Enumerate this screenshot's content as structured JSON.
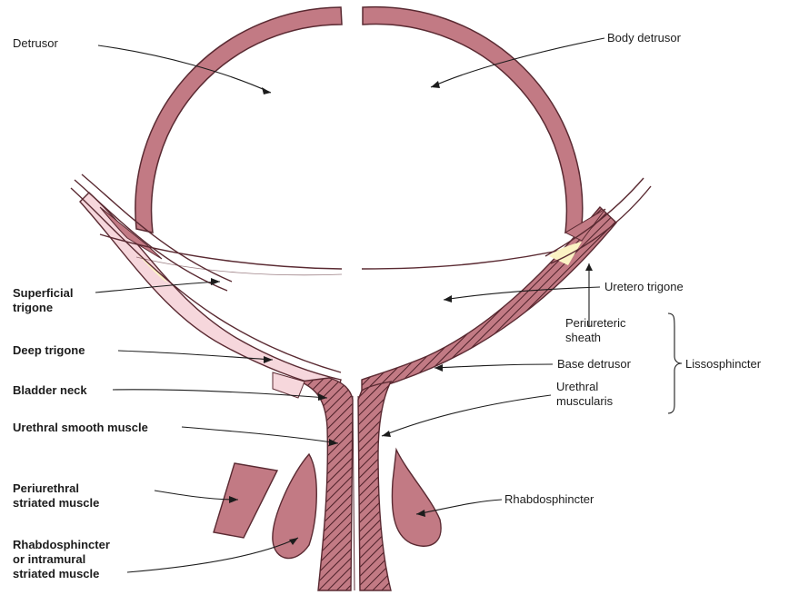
{
  "colors": {
    "muscle": "#c27a84",
    "muscle_dark": "#b0626e",
    "outline": "#5a2a32",
    "pale_pink": "#f6d7dc",
    "pale_yellow": "#fbf3c4",
    "hatch": "#4a1e26"
  },
  "labels": {
    "detrusor": "Detrusor",
    "body_detrusor": "Body detrusor",
    "superficial_trigone": "Superficial\ntrigone",
    "ureterotrigone": "Uretero trigone",
    "deep_trigone": "Deep trigone",
    "periureteric_sheath": "Periureteric\nsheath",
    "base_detrusor": "Base detrusor",
    "lissosphincter": "Lissosphincter",
    "bladder_neck": "Bladder neck",
    "urethral_muscularis": "Urethral\nmuscularis",
    "urethral_smooth_muscle": "Urethral smooth muscle",
    "periurethral_striated_muscle": "Periurethral\nstriated muscle",
    "rhabdosphincter_right": "Rhabdosphincter",
    "rhabdosphincter_left": "Rhabdosphincter\nor intramural\nstriated muscle"
  }
}
